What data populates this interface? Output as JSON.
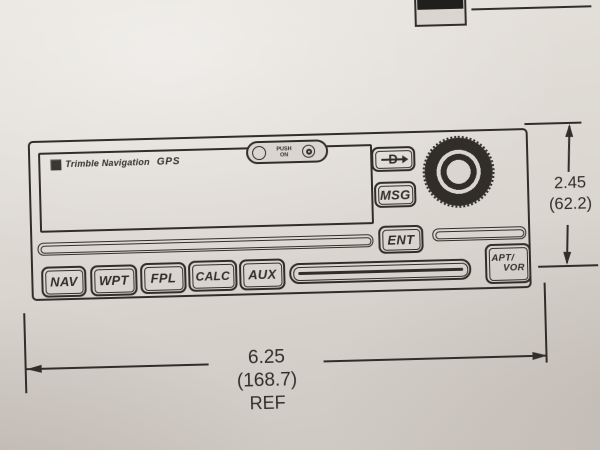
{
  "panel": {
    "brand": {
      "name": "Trimble Navigation",
      "product": "GPS"
    },
    "power": {
      "line1": "PUSH",
      "line2": "ON"
    },
    "direct_to_label": "D",
    "msg_label": "MSG",
    "ent_label": "ENT",
    "keys": [
      "NAV",
      "WPT",
      "FPL",
      "CALC",
      "AUX"
    ],
    "apt_vor": {
      "line1": "APT/",
      "line2": "VOR"
    }
  },
  "dimensions": {
    "height_in": "2.45",
    "height_mm": "(62.2)",
    "width_in": "6.25",
    "width_mm": "(168.7)",
    "width_ref": "REF"
  },
  "icons": {
    "logo_square": "trimble-logo-square",
    "power_knob": "push-on-knob",
    "small_knob": "concentric-knob",
    "rotary_knob": "knurled-rotary-knob",
    "direct_to": "direct-to-arrow"
  },
  "colors": {
    "ink": "#312e29",
    "paper": "#dad5cf"
  }
}
